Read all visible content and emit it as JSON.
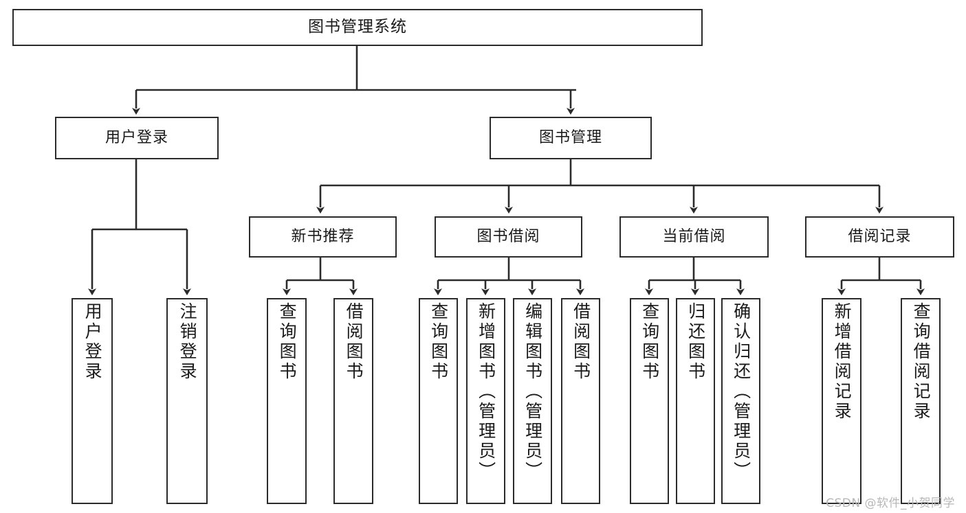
{
  "diagram": {
    "title": "图书管理系统",
    "type": "hierarchy-tree",
    "watermark": "CSDN @软件_小贺同学",
    "colors": {
      "stroke": "#2b2b2b",
      "fill": "#ffffff",
      "text": "#1a1a1a",
      "watermark": "#b7b7b7"
    },
    "levels": {
      "level1": [
        {
          "id": "root",
          "label": "图书管理系统"
        }
      ],
      "level2": [
        {
          "id": "user-login",
          "label": "用户登录"
        },
        {
          "id": "book-manage",
          "label": "图书管理"
        }
      ],
      "level3": [
        {
          "id": "new-book-recommend",
          "label": "新书推荐"
        },
        {
          "id": "book-borrow",
          "label": "图书借阅"
        },
        {
          "id": "current-borrow",
          "label": "当前借阅"
        },
        {
          "id": "borrow-record",
          "label": "借阅记录"
        }
      ],
      "level4": [
        {
          "id": "leaf-user-login",
          "label": "用户登录",
          "parent": "user-login"
        },
        {
          "id": "leaf-user-logout",
          "label": "注销登录",
          "parent": "user-login"
        },
        {
          "id": "leaf-query-book-1",
          "label": "查询图书",
          "parent": "new-book-recommend"
        },
        {
          "id": "leaf-borrow-book-1",
          "label": "借阅图书",
          "parent": "new-book-recommend"
        },
        {
          "id": "leaf-query-book-2",
          "label": "查询图书",
          "parent": "book-borrow"
        },
        {
          "id": "leaf-add-book",
          "label": "新增图书（管理员）",
          "parent": "book-borrow"
        },
        {
          "id": "leaf-edit-book",
          "label": "编辑图书（管理员）",
          "parent": "book-borrow"
        },
        {
          "id": "leaf-borrow-book-2",
          "label": "借阅图书",
          "parent": "book-borrow"
        },
        {
          "id": "leaf-query-book-3",
          "label": "查询图书",
          "parent": "current-borrow"
        },
        {
          "id": "leaf-return-book",
          "label": "归还图书",
          "parent": "current-borrow"
        },
        {
          "id": "leaf-confirm-return",
          "label": "确认归还（管理员）",
          "parent": "current-borrow"
        },
        {
          "id": "leaf-add-record",
          "label": "新增借阅记录",
          "parent": "borrow-record"
        },
        {
          "id": "leaf-query-record",
          "label": "查询借阅记录",
          "parent": "borrow-record"
        }
      ]
    }
  }
}
